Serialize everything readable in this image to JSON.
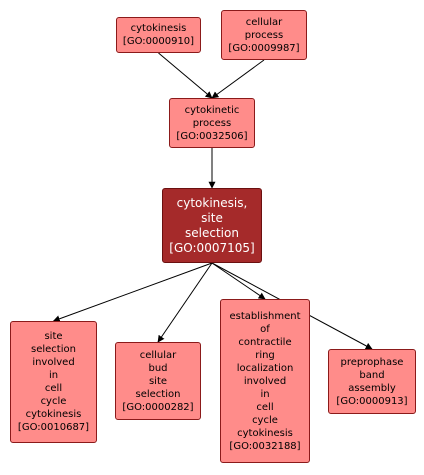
{
  "nodes": {
    "cytokinesis": {
      "lines": [
        "cytokinesis",
        "[GO:0000910]"
      ],
      "color": "#ff8c8a"
    },
    "cellular_process": {
      "lines": [
        "cellular",
        "process",
        "[GO:0009987]"
      ],
      "color": "#ff8c8a"
    },
    "cytokinetic_process": {
      "lines": [
        "cytokinetic",
        "process",
        "[GO:0032506]"
      ],
      "color": "#ff8c8a"
    },
    "cytokinesis_site_selection": {
      "lines": [
        "cytokinesis,",
        "site",
        "selection",
        "[GO:0007105]"
      ],
      "color": "#a52a2a"
    },
    "site_selection_involved": {
      "lines": [
        "site",
        "selection",
        "involved",
        "in",
        "cell",
        "cycle",
        "cytokinesis",
        "[GO:0010687]"
      ],
      "color": "#ff8c8a"
    },
    "cellular_bud_site_selection": {
      "lines": [
        "cellular",
        "bud",
        "site",
        "selection",
        "[GO:0000282]"
      ],
      "color": "#ff8c8a"
    },
    "contractile_ring_localization": {
      "lines": [
        "establishment",
        "of",
        "contractile",
        "ring",
        "localization",
        "involved",
        "in",
        "cell",
        "cycle",
        "cytokinesis",
        "[GO:0032188]"
      ],
      "color": "#ff8c8a"
    },
    "preprophase_band_assembly": {
      "lines": [
        "preprophase",
        "band",
        "assembly",
        "[GO:0000913]"
      ],
      "color": "#ff8c8a"
    }
  },
  "edges": [
    [
      "cytokinesis",
      "cytokinetic_process"
    ],
    [
      "cellular_process",
      "cytokinetic_process"
    ],
    [
      "cytokinetic_process",
      "cytokinesis_site_selection"
    ],
    [
      "cytokinesis_site_selection",
      "site_selection_involved"
    ],
    [
      "cytokinesis_site_selection",
      "cellular_bud_site_selection"
    ],
    [
      "cytokinesis_site_selection",
      "contractile_ring_localization"
    ],
    [
      "cytokinesis_site_selection",
      "preprophase_band_assembly"
    ]
  ]
}
